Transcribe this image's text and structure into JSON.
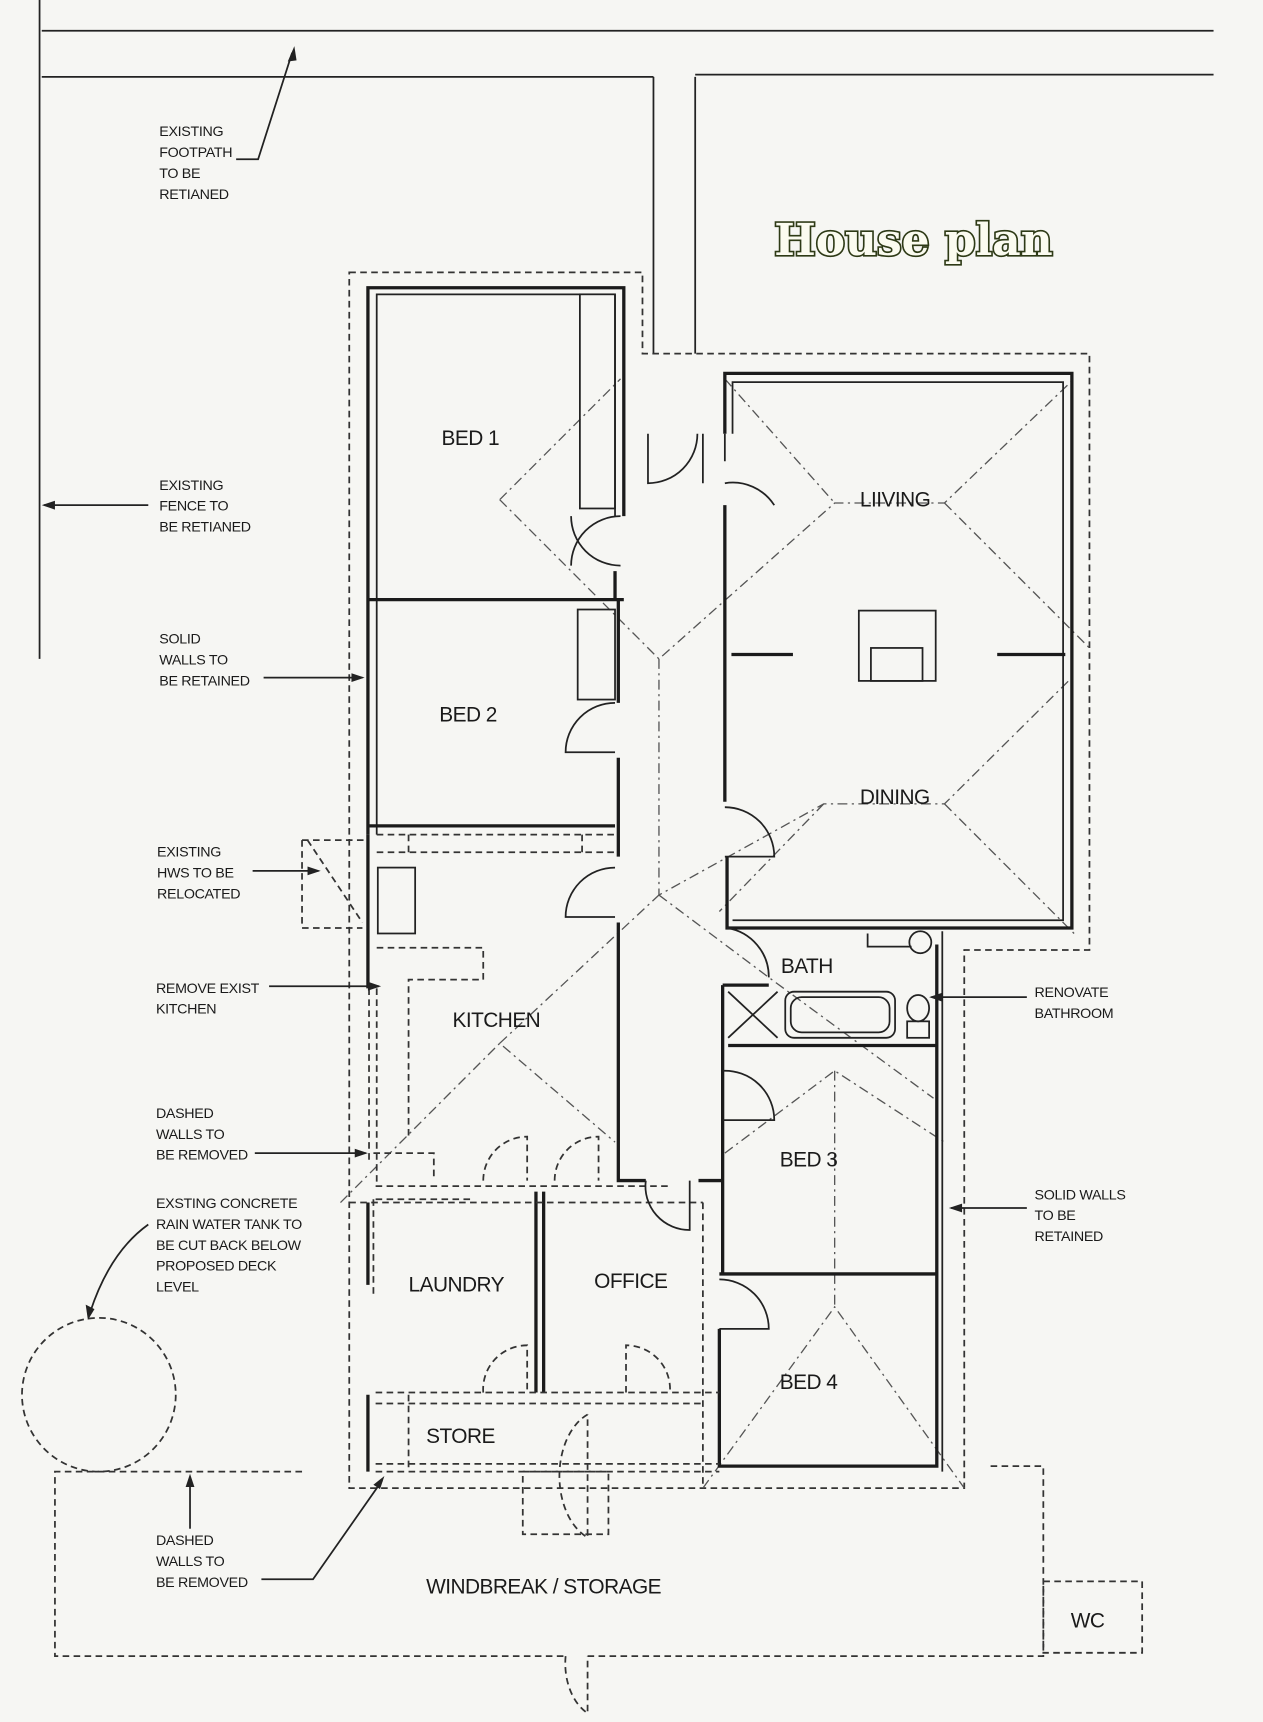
{
  "title": "House plan",
  "rooms": {
    "bed1": "BED 1",
    "bed2": "BED 2",
    "living": "LIIVING",
    "dining": "DINING",
    "kitchen": "KITCHEN",
    "bath": "BATH",
    "bed3": "BED 3",
    "bed4": "BED 4",
    "laundry": "LAUNDRY",
    "office": "OFFICE",
    "store": "STORE",
    "windbreak": "WINDBREAK / STORAGE",
    "wc": "WC"
  },
  "notes": {
    "footpath": [
      "EXISTING",
      "FOOTPATH",
      "TO BE",
      "RETIANED"
    ],
    "fence": [
      "EXISTING",
      "FENCE TO",
      "BE RETIANED"
    ],
    "solid_walls_left": [
      "SOLID",
      "WALLS TO",
      "BE RETAINED"
    ],
    "hws": [
      "EXISTING",
      "HWS TO BE",
      "RELOCATED"
    ],
    "kitchen": [
      "REMOVE EXIST",
      "KITCHEN"
    ],
    "dashed_walls_1": [
      "DASHED",
      "WALLS TO",
      "BE REMOVED"
    ],
    "tank": [
      "EXSTING CONCRETE",
      "RAIN WATER TANK TO",
      "BE CUT BACK BELOW",
      "PROPOSED DECK",
      "LEVEL"
    ],
    "dashed_walls_2": [
      "DASHED",
      "WALLS TO",
      "BE REMOVED"
    ],
    "bathroom": [
      "RENOVATE",
      "BATHROOM"
    ],
    "solid_walls_right": [
      "SOLID WALLS",
      "TO BE",
      "RETAINED"
    ]
  },
  "colors": {
    "title_outline": "#2e3a16",
    "ink": "#1b1b1b",
    "paper": "#f6f6f3"
  }
}
